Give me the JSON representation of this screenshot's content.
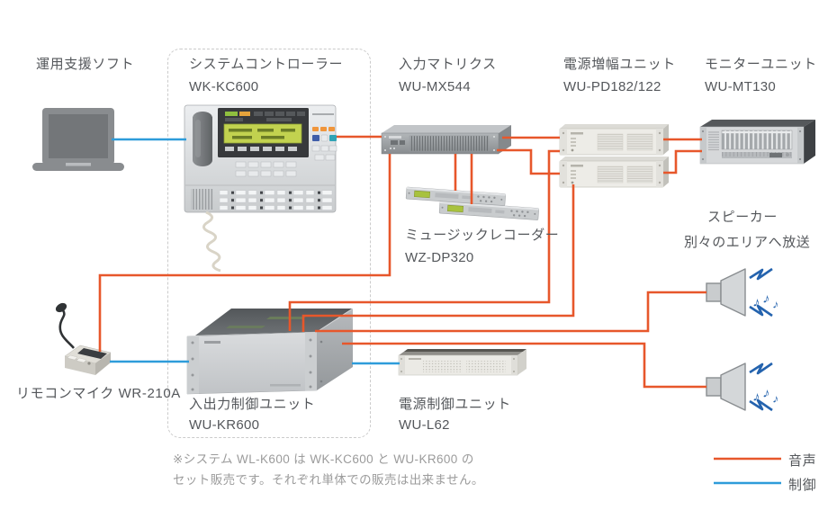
{
  "nodes": {
    "software": {
      "label": "運用支援ソフト"
    },
    "controller": {
      "label": "システムコントローラー",
      "model": "WK-KC600"
    },
    "matrix": {
      "label": "入力マトリクス",
      "model": "WU-MX544"
    },
    "amplifier": {
      "label": "電源増幅ユニット",
      "model": "WU-PD182/122"
    },
    "monitor": {
      "label": "モニターユニット",
      "model": "WU-MT130"
    },
    "recorder": {
      "label": "ミュージックレコーダー",
      "model": "WZ-DP320"
    },
    "speakers": {
      "label": "スピーカー",
      "note": "別々のエリアへ放送"
    },
    "remote_mic": {
      "label": "リモコンマイク WR-210A"
    },
    "io_control": {
      "label": "入出力制御ユニット",
      "model": "WU-KR600"
    },
    "power_control": {
      "label": "電源制御ユニット",
      "model": "WU-L62"
    }
  },
  "footnote": {
    "line1": "※システム WL-K600 は WK-KC600 と WU-KR600 の",
    "line2": "セット販売です。それぞれ単体での販売は出来ません。"
  },
  "legend": {
    "audio": "音声",
    "control": "制御"
  },
  "icons": {
    "music_note": "♪"
  },
  "colors": {
    "audio_line": "#E7572B",
    "control_line": "#2E9CDA",
    "label_text": "#54575B",
    "note_text": "#9B9B9B"
  }
}
